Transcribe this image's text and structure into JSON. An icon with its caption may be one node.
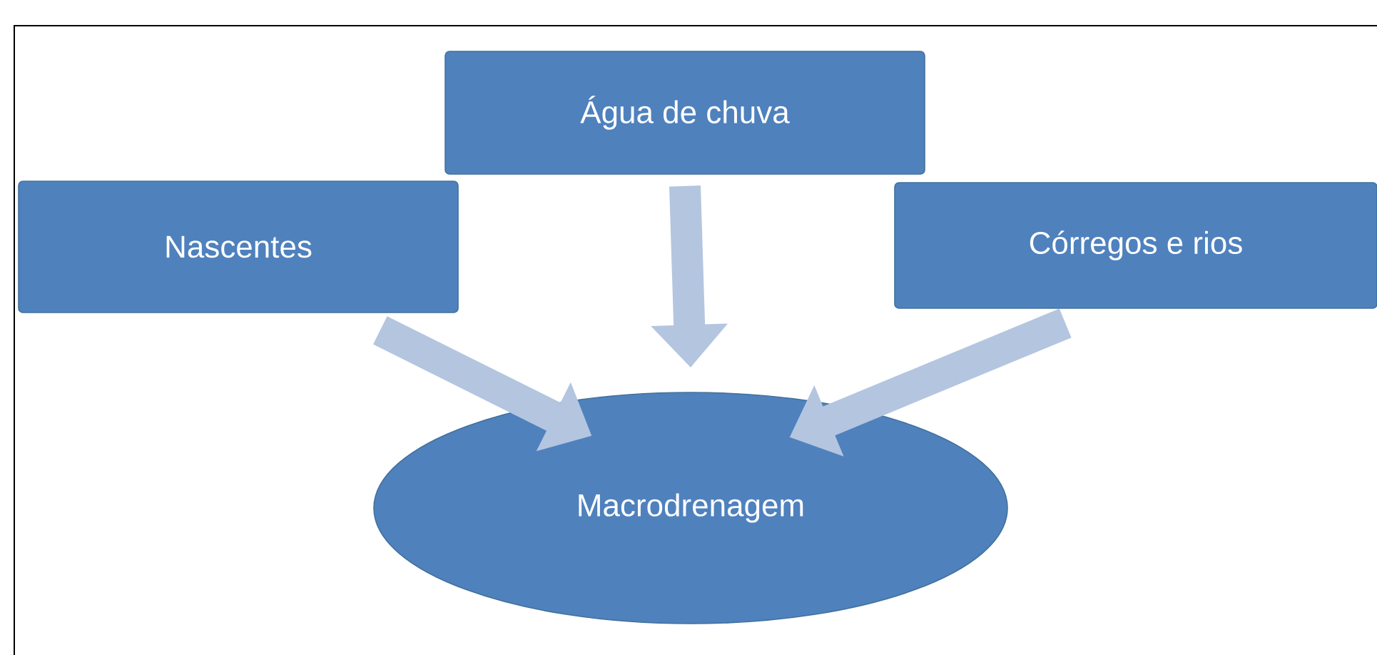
{
  "diagram": {
    "nodes": [
      {
        "text": [
          "Água de chuva"
        ]
      },
      {
        "text": [
          "Nascentes"
        ]
      },
      {
        "text": [
          "Córregos e rios"
        ]
      },
      {
        "text": [
          "Macrodrenagem"
        ]
      }
    ],
    "edges": [
      {
        "from": 0,
        "to": 3,
        "arrow": "to"
      },
      {
        "from": 1,
        "to": 3,
        "arrow": "to"
      },
      {
        "from": 2,
        "to": 3,
        "arrow": "to"
      }
    ]
  }
}
